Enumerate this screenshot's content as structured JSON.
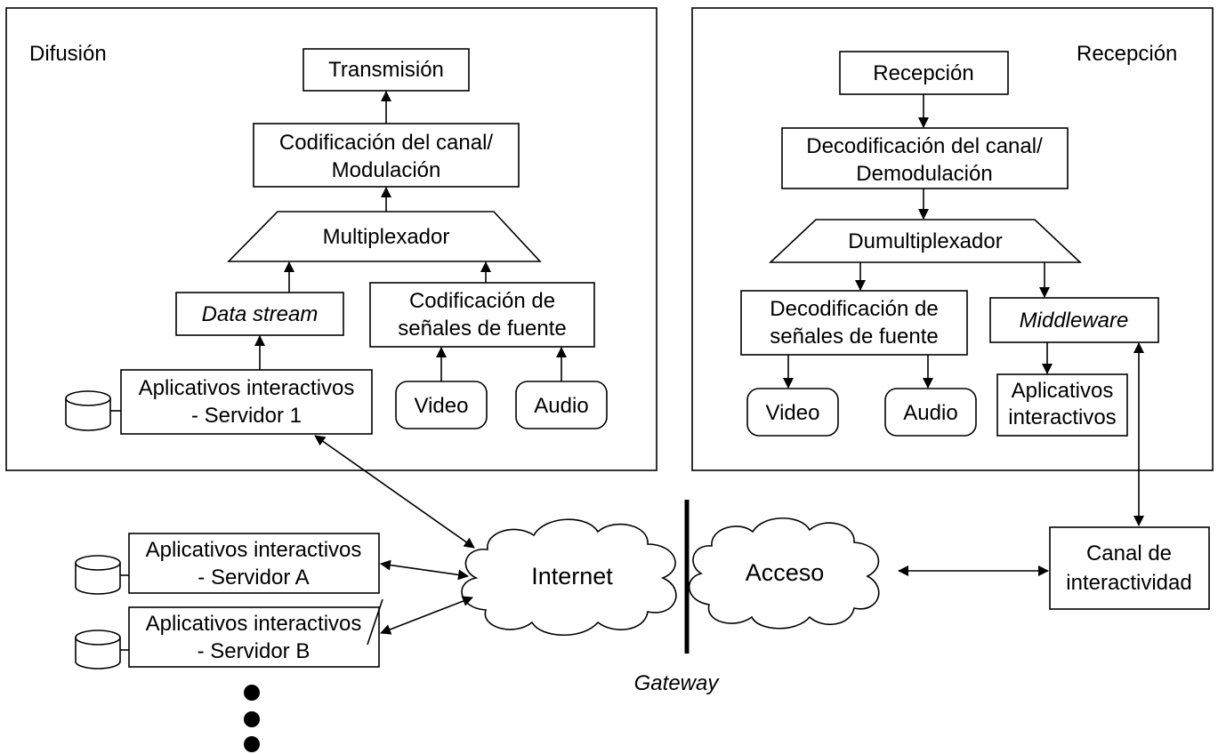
{
  "broadcast": {
    "title": "Difusión",
    "transmission": "Transmisión",
    "channel_coding": [
      "Codificación del canal/",
      "Modulación"
    ],
    "multiplexer": "Multiplexador",
    "data_stream": "Data stream",
    "source_coding": [
      "Codificación de",
      "señales de fuente"
    ],
    "app_server": [
      "Aplicativos interactivos",
      "- Servidor 1"
    ],
    "video": "Video",
    "audio": "Audio"
  },
  "reception": {
    "title": "Recepción",
    "reception": "Recepción",
    "channel_decoding": [
      "Decodificación del canal/",
      "Demodulación"
    ],
    "demultiplexer": "Dumultiplexador",
    "source_decoding": [
      "Decodificación de",
      "señales de fuente"
    ],
    "middleware": "Middleware",
    "video": "Video",
    "audio": "Audio",
    "apps": [
      "Aplicativos",
      "interactivos"
    ]
  },
  "network": {
    "server_a": [
      "Aplicativos interactivos",
      "- Servidor A"
    ],
    "server_b": [
      "Aplicativos interactivos",
      "- Servidor B"
    ],
    "internet": "Internet",
    "access": "Acceso",
    "gateway": "Gateway",
    "interactivity_channel": [
      "Canal de",
      "interactividad"
    ]
  }
}
